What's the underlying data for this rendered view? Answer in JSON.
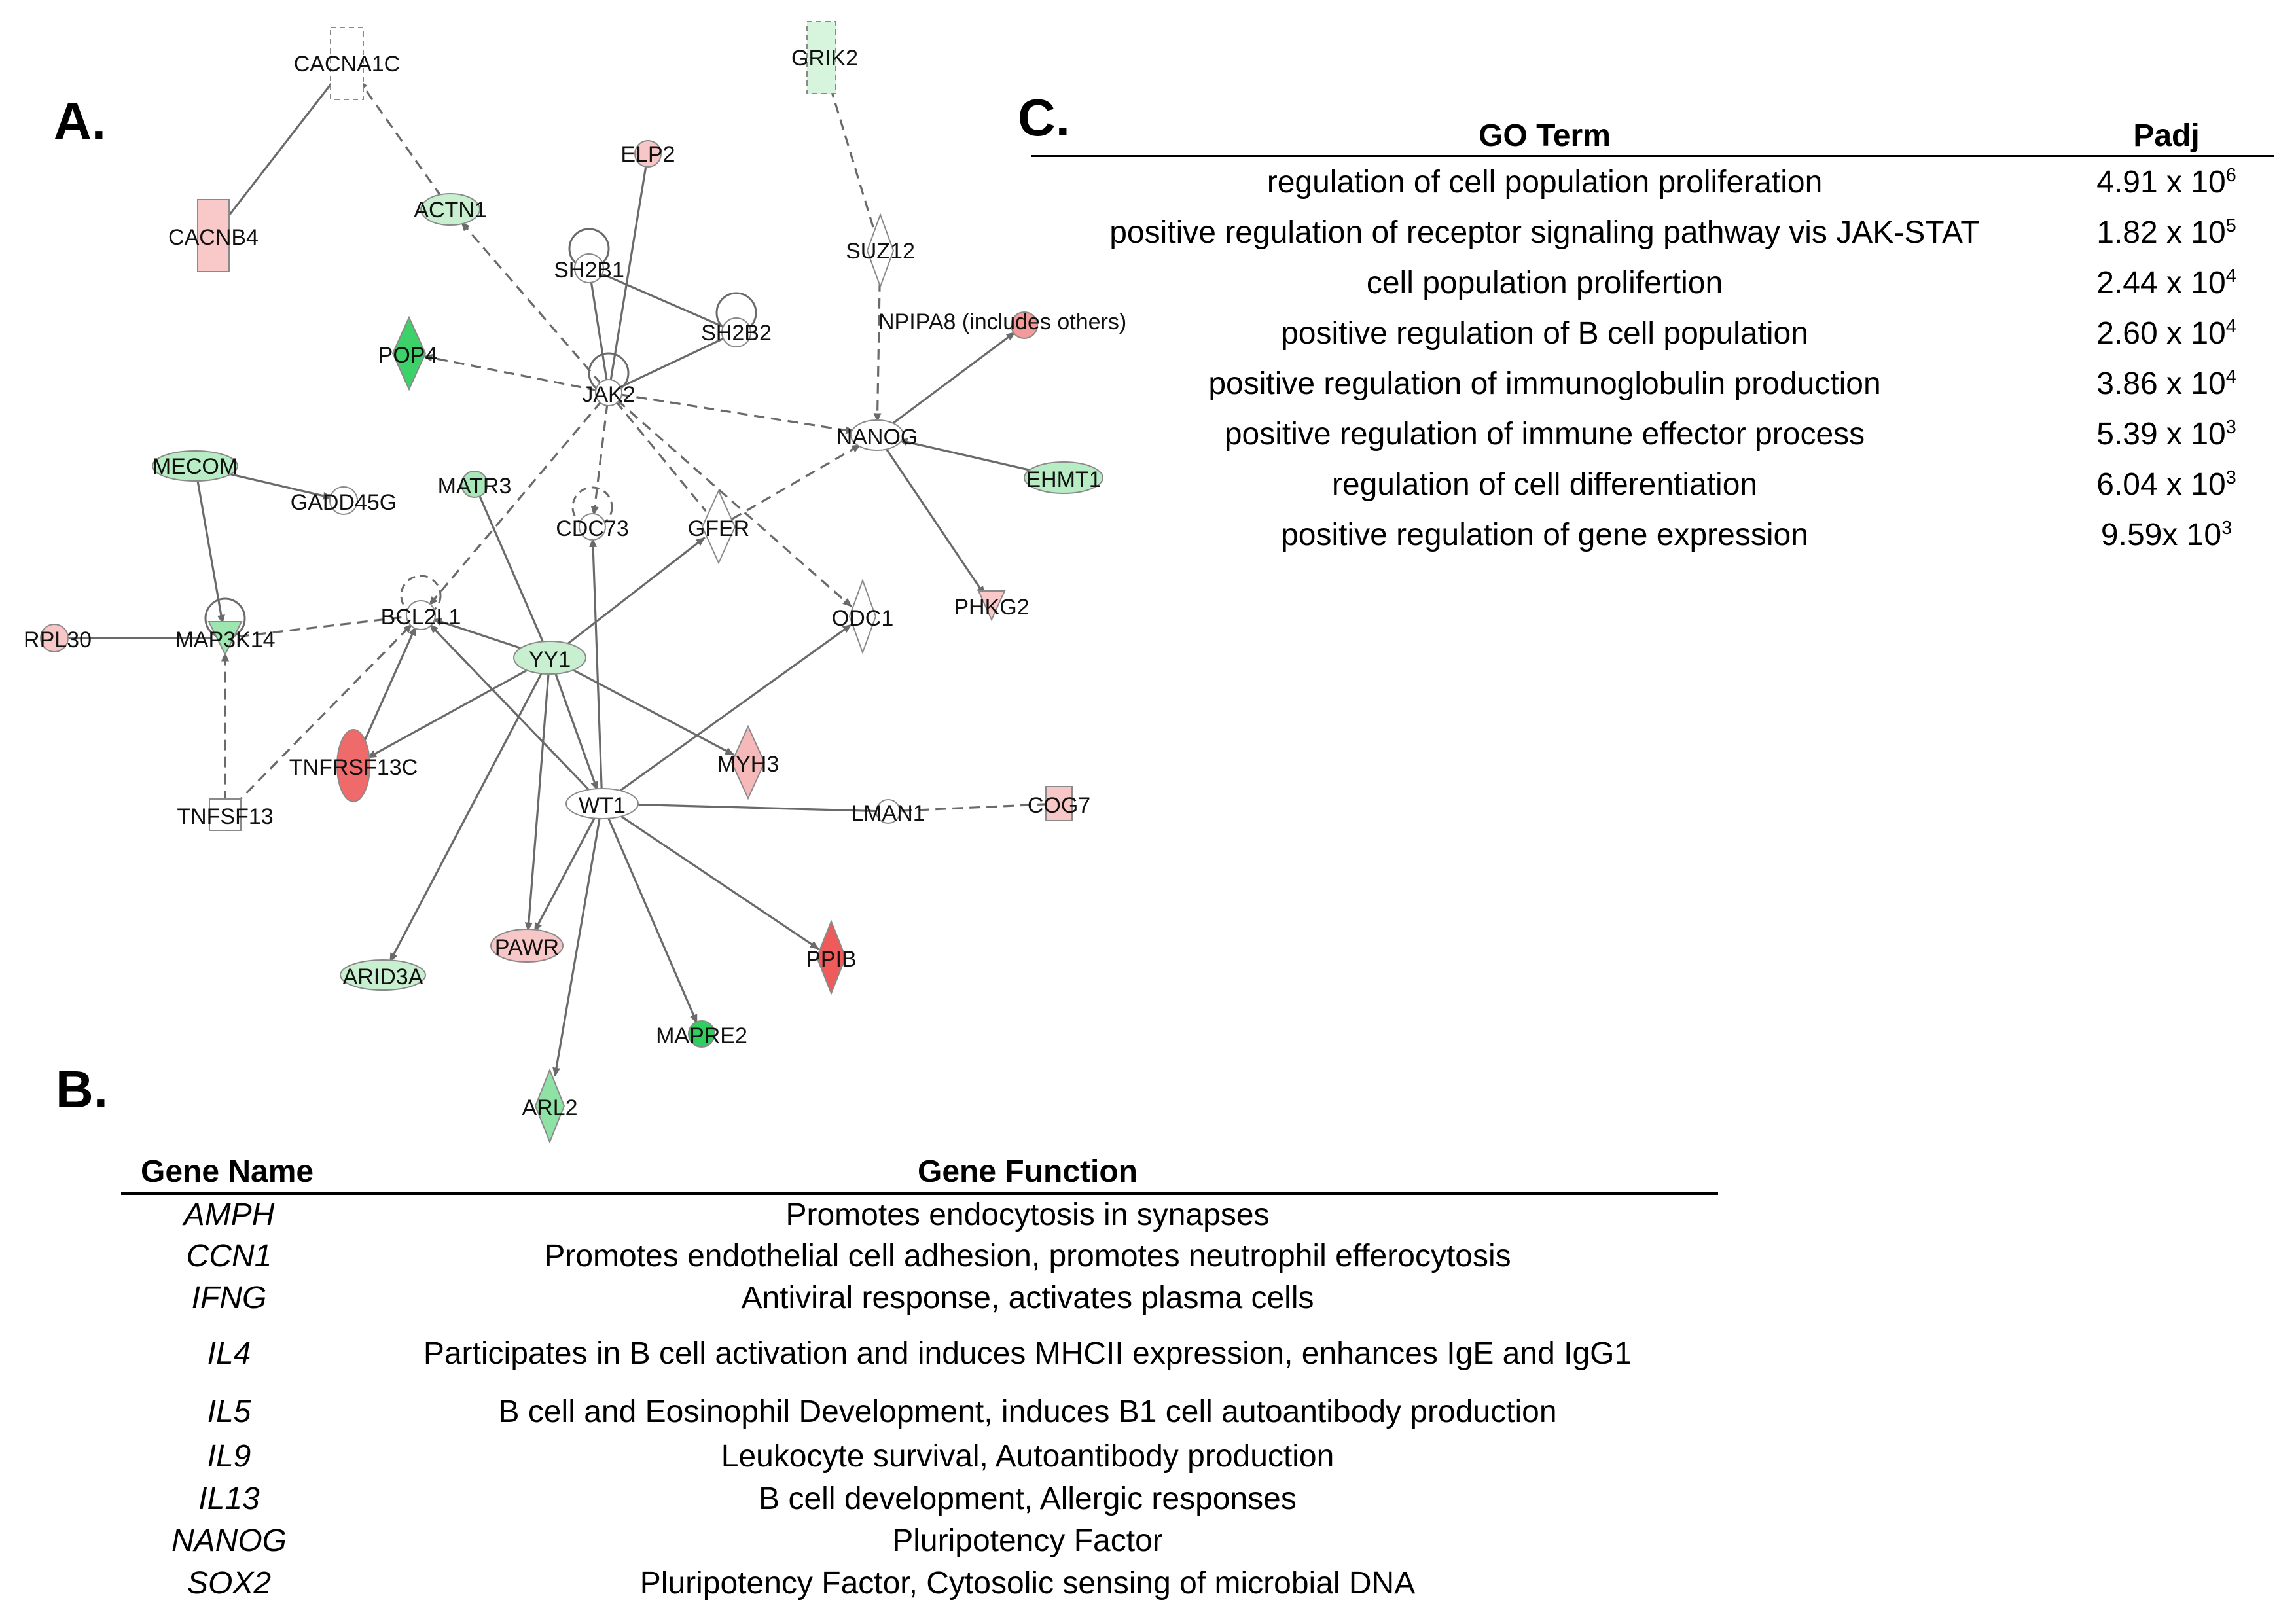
{
  "panels": {
    "a": "A.",
    "b": "B.",
    "c": "C."
  },
  "network": {
    "nodes": [
      {
        "id": "CACNA1C",
        "label": "CACNA1C",
        "shape": "rect-dashed",
        "color": "#ffffff"
      },
      {
        "id": "GRIK2",
        "label": "GRIK2",
        "shape": "rect-dashed",
        "color": "#d6f5dc"
      },
      {
        "id": "CACNB4",
        "label": "CACNB4",
        "shape": "rect",
        "color": "#f9c8c8"
      },
      {
        "id": "ACTN1",
        "label": "ACTN1",
        "shape": "ellipse",
        "color": "#c8f0d0"
      },
      {
        "id": "ELP2",
        "label": "ELP2",
        "shape": "circle",
        "color": "#f7c6c6"
      },
      {
        "id": "SH2B1",
        "label": "SH2B1",
        "shape": "circle",
        "color": "#ffffff"
      },
      {
        "id": "SUZ12",
        "label": "SUZ12",
        "shape": "diamond",
        "color": "#ffffff"
      },
      {
        "id": "SH2B2",
        "label": "SH2B2",
        "shape": "circle",
        "color": "#ffffff"
      },
      {
        "id": "POP4",
        "label": "POP4",
        "shape": "diamond",
        "color": "#3dd16a"
      },
      {
        "id": "JAK2",
        "label": "JAK2",
        "shape": "circle",
        "color": "#ffffff"
      },
      {
        "id": "NPIPA8",
        "label": "NPIPA8 (includes others)",
        "shape": "circle",
        "color": "#f49a9a"
      },
      {
        "id": "NANOG",
        "label": "NANOG",
        "shape": "ellipse",
        "color": "#ffffff"
      },
      {
        "id": "MECOM",
        "label": "MECOM",
        "shape": "ellipse",
        "color": "#b7ecc4"
      },
      {
        "id": "MATR3",
        "label": "MATR3",
        "shape": "circle",
        "color": "#a8e8b8"
      },
      {
        "id": "GADD45G",
        "label": "GADD45G",
        "shape": "circle",
        "color": "#ffffff"
      },
      {
        "id": "EHMT1",
        "label": "EHMT1",
        "shape": "ellipse",
        "color": "#b7ecc4"
      },
      {
        "id": "CDC73",
        "label": "CDC73",
        "shape": "circle",
        "color": "#ffffff"
      },
      {
        "id": "GFER",
        "label": "GFER",
        "shape": "diamond",
        "color": "#ffffff"
      },
      {
        "id": "RPL30",
        "label": "RPL30",
        "shape": "circle",
        "color": "#f7c6c6"
      },
      {
        "id": "MAP3K14",
        "label": "MAP3K14",
        "shape": "triangle",
        "color": "#9ee6b0"
      },
      {
        "id": "BCL2L1",
        "label": "BCL2L1",
        "shape": "circle",
        "color": "#ffffff"
      },
      {
        "id": "YY1",
        "label": "YY1",
        "shape": "ellipse",
        "color": "#c8f0d0"
      },
      {
        "id": "ODC1",
        "label": "ODC1",
        "shape": "diamond",
        "color": "#ffffff"
      },
      {
        "id": "PHKG2",
        "label": "PHKG2",
        "shape": "triangle-down",
        "color": "#f9c8c8"
      },
      {
        "id": "TNFRSF13C",
        "label": "TNFRSF13C",
        "shape": "ellipse",
        "color": "#ef6b6b"
      },
      {
        "id": "MYH3",
        "label": "MYH3",
        "shape": "diamond",
        "color": "#f6b9b9"
      },
      {
        "id": "TNFSF13",
        "label": "TNFSF13",
        "shape": "rect",
        "color": "#ffffff"
      },
      {
        "id": "WT1",
        "label": "WT1",
        "shape": "ellipse",
        "color": "#ffffff"
      },
      {
        "id": "LMAN1",
        "label": "LMAN1",
        "shape": "circle",
        "color": "#ffffff"
      },
      {
        "id": "COG7",
        "label": "COG7",
        "shape": "rect",
        "color": "#f7c6c6"
      },
      {
        "id": "ARID3A",
        "label": "ARID3A",
        "shape": "ellipse",
        "color": "#c8f0d0"
      },
      {
        "id": "PAWR",
        "label": "PAWR",
        "shape": "ellipse",
        "color": "#f7c6c6"
      },
      {
        "id": "PPIB",
        "label": "PPIB",
        "shape": "diamond",
        "color": "#ef5b5b"
      },
      {
        "id": "MAPRE2",
        "label": "MAPRE2",
        "shape": "circle",
        "color": "#2fcf5f"
      },
      {
        "id": "ARL2",
        "label": "ARL2",
        "shape": "diamond",
        "color": "#8ee3a4"
      }
    ],
    "edges": [
      {
        "from": "CACNB4",
        "to": "CACNA1C",
        "style": "solid",
        "arrow": false
      },
      {
        "from": "ACTN1",
        "to": "CACNA1C",
        "style": "dashed",
        "arrow": true
      },
      {
        "from": "JAK2",
        "to": "ACTN1",
        "style": "dashed",
        "arrow": true
      },
      {
        "from": "SUZ12",
        "to": "GRIK2",
        "style": "dashed",
        "arrow": true
      },
      {
        "from": "SUZ12",
        "to": "NANOG",
        "style": "dashed",
        "arrow": true
      },
      {
        "from": "JAK2",
        "to": "ELP2",
        "style": "solid",
        "arrow": false
      },
      {
        "from": "SH2B1",
        "to": "JAK2",
        "style": "solid",
        "arrow": false
      },
      {
        "from": "SH2B1",
        "to": "SH2B2",
        "style": "solid",
        "arrow": false
      },
      {
        "from": "SH2B2",
        "to": "JAK2",
        "style": "solid",
        "arrow": false
      },
      {
        "from": "JAK2",
        "to": "POP4",
        "style": "dashed",
        "arrow": true
      },
      {
        "from": "JAK2",
        "to": "NANOG",
        "style": "dashed",
        "arrow": true
      },
      {
        "from": "NANOG",
        "to": "NPIPA8",
        "style": "solid",
        "arrow": true
      },
      {
        "from": "EHMT1",
        "to": "NANOG",
        "style": "solid",
        "arrow": true
      },
      {
        "from": "NANOG",
        "to": "PHKG2",
        "style": "solid",
        "arrow": true
      },
      {
        "from": "JAK2",
        "to": "CDC73",
        "style": "dashed",
        "arrow": true
      },
      {
        "from": "JAK2",
        "to": "BCL2L1",
        "style": "dashed",
        "arrow": true
      },
      {
        "from": "JAK2",
        "to": "GFER",
        "style": "dashed",
        "arrow": false
      },
      {
        "from": "GFER",
        "to": "NANOG",
        "style": "dashed",
        "arrow": true
      },
      {
        "from": "JAK2",
        "to": "ODC1",
        "style": "dashed",
        "arrow": true
      },
      {
        "from": "MECOM",
        "to": "GADD45G",
        "style": "solid",
        "arrow": true
      },
      {
        "from": "MECOM",
        "to": "MAP3K14",
        "style": "solid",
        "arrow": true
      },
      {
        "from": "RPL30",
        "to": "MAP3K14",
        "style": "solid",
        "arrow": false
      },
      {
        "from": "MAP3K14",
        "to": "BCL2L1",
        "style": "dashed",
        "arrow": false
      },
      {
        "from": "TNFSF13",
        "to": "MAP3K14",
        "style": "dashed",
        "arrow": true
      },
      {
        "from": "TNFSF13",
        "to": "BCL2L1",
        "style": "dashed",
        "arrow": true
      },
      {
        "from": "TNFRSF13C",
        "to": "BCL2L1",
        "style": "solid",
        "arrow": true
      },
      {
        "from": "YY1",
        "to": "BCL2L1",
        "style": "solid",
        "arrow": true
      },
      {
        "from": "YY1",
        "to": "MATR3",
        "style": "solid",
        "arrow": false
      },
      {
        "from": "YY1",
        "to": "GFER",
        "style": "solid",
        "arrow": true
      },
      {
        "from": "YY1",
        "to": "TNFRSF13C",
        "style": "solid",
        "arrow": true
      },
      {
        "from": "YY1",
        "to": "MYH3",
        "style": "solid",
        "arrow": true
      },
      {
        "from": "YY1",
        "to": "WT1",
        "style": "solid",
        "arrow": true
      },
      {
        "from": "YY1",
        "to": "ARID3A",
        "style": "solid",
        "arrow": true
      },
      {
        "from": "YY1",
        "to": "PAWR",
        "style": "solid",
        "arrow": true
      },
      {
        "from": "WT1",
        "to": "BCL2L1",
        "style": "solid",
        "arrow": true
      },
      {
        "from": "WT1",
        "to": "CDC73",
        "style": "solid",
        "arrow": true
      },
      {
        "from": "WT1",
        "to": "ODC1",
        "style": "solid",
        "arrow": true
      },
      {
        "from": "WT1",
        "to": "LMAN1",
        "style": "solid",
        "arrow": false
      },
      {
        "from": "COG7",
        "to": "LMAN1",
        "style": "dashed",
        "arrow": false
      },
      {
        "from": "WT1",
        "to": "PAWR",
        "style": "solid",
        "arrow": true
      },
      {
        "from": "WT1",
        "to": "PPIB",
        "style": "solid",
        "arrow": true
      },
      {
        "from": "WT1",
        "to": "MAPRE2",
        "style": "solid",
        "arrow": true
      },
      {
        "from": "WT1",
        "to": "ARL2",
        "style": "solid",
        "arrow": true
      }
    ],
    "selfloops": [
      "SH2B1",
      "SH2B2",
      "JAK2",
      "CDC73",
      "BCL2L1",
      "MAP3K14"
    ]
  },
  "tableB": {
    "headers": {
      "name": "Gene Name",
      "function": "Gene Function"
    },
    "rows": [
      {
        "name": "AMPH",
        "function": "Promotes endocytosis in synapses"
      },
      {
        "name": "CCN1",
        "function": "Promotes endothelial cell adhesion, promotes neutrophil efferocytosis"
      },
      {
        "name": "IFNG",
        "function": "Antiviral response, activates plasma cells"
      },
      {
        "name": "IL4",
        "function": "Participates in B cell activation and induces MHCII expression, enhances IgE and IgG1"
      },
      {
        "name": "IL5",
        "function": "B cell and Eosinophil Development, induces B1 cell autoantibody production"
      },
      {
        "name": "IL9",
        "function": "Leukocyte survival, Autoantibody production"
      },
      {
        "name": "IL13",
        "function": "B cell development, Allergic responses"
      },
      {
        "name": "NANOG",
        "function": "Pluripotency Factor"
      },
      {
        "name": "SOX2",
        "function": "Pluripotency Factor, Cytosolic sensing of microbial DNA"
      }
    ]
  },
  "tableC": {
    "headers": {
      "term": "GO Term",
      "padj": "Padj"
    },
    "rows": [
      {
        "term": "regulation of cell population proliferation",
        "mantissa": "4.91 x 10",
        "exp": "6"
      },
      {
        "term": "positive regulation of receptor signaling pathway vis JAK-STAT",
        "mantissa": "1.82 x 10",
        "exp": "5"
      },
      {
        "term": "cell population prolifertion",
        "mantissa": "2.44 x 10",
        "exp": "4"
      },
      {
        "term": "positive regulation of B cell population",
        "mantissa": "2.60 x 10",
        "exp": "4"
      },
      {
        "term": "positive regulation of immunoglobulin production",
        "mantissa": "3.86 x 10",
        "exp": "4"
      },
      {
        "term": "positive regulation of immune effector process",
        "mantissa": "5.39 x 10",
        "exp": "3"
      },
      {
        "term": "regulation of cell differentiation",
        "mantissa": "6.04 x 10",
        "exp": "3"
      },
      {
        "term": "positive regulation of gene expression",
        "mantissa": "9.59x 10",
        "exp": "3"
      }
    ]
  }
}
